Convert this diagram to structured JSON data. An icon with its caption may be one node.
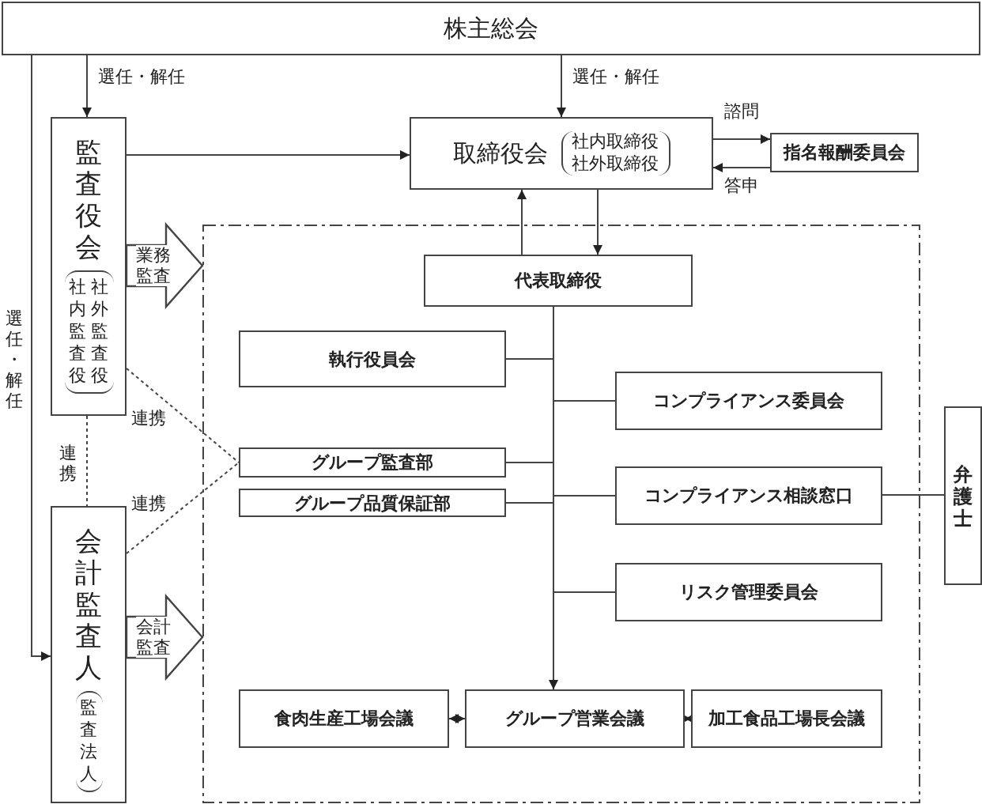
{
  "diagram": {
    "nodes": [
      {
        "text": [
          "株主総会"
        ]
      },
      {
        "text": [
          "監査役会",
          "社内監査役",
          "社外監査役"
        ]
      },
      {
        "text": [
          "取締役会",
          "社内取締役",
          "社外取締役"
        ]
      },
      {
        "text": [
          "指名報酬委員会"
        ]
      },
      {
        "text": [],
        "shape": "box"
      },
      {
        "text": [
          "代表取締役"
        ],
        "in": 4
      },
      {
        "text": [
          "執行役員会"
        ],
        "in": 4
      },
      {
        "text": [
          "コンプライアンス委員会"
        ],
        "in": 4
      },
      {
        "text": [
          "グループ監査部"
        ],
        "in": 4
      },
      {
        "text": [
          "グループ品質保証部"
        ],
        "in": 4
      },
      {
        "text": [
          "コンプライアンス相談窓口"
        ],
        "in": 4
      },
      {
        "text": [
          "リスク管理委員会"
        ],
        "in": 4
      },
      {
        "text": [
          "食肉生産工場会議"
        ],
        "in": 4
      },
      {
        "text": [
          "グループ営業会議"
        ],
        "in": 4
      },
      {
        "text": [
          "加工食品工場長会議"
        ],
        "in": 4
      },
      {
        "text": [
          "会計監査人",
          "監査法人"
        ]
      },
      {
        "text": [
          "弁護士"
        ]
      }
    ],
    "edges": [
      {
        "from": 0,
        "to": 1,
        "arrow": "to",
        "label": "選任・解任"
      },
      {
        "from": 0,
        "to": 2,
        "arrow": "to",
        "label": "選任・解任"
      },
      {
        "from": 0,
        "to": 15,
        "arrow": "to",
        "label": "選任・解任"
      },
      {
        "from": 1,
        "to": 2,
        "arrow": "to"
      },
      {
        "from": 2,
        "to": 3,
        "arrow": "to",
        "label": "諮問"
      },
      {
        "from": 3,
        "to": 2,
        "arrow": "to",
        "label": "答申"
      },
      {
        "from": 1,
        "to": 4,
        "arrow": "to",
        "label": "業務監査",
        "style": "thick"
      },
      {
        "from": 15,
        "to": 4,
        "arrow": "to",
        "label": "会計監査",
        "style": "thick"
      },
      {
        "from": 5,
        "to": 2,
        "arrow": "to"
      },
      {
        "from": 2,
        "to": 5,
        "arrow": "to"
      },
      {
        "from": 5,
        "to": 6,
        "arrow": "none"
      },
      {
        "from": 5,
        "to": 7,
        "arrow": "none"
      },
      {
        "from": 5,
        "to": 8,
        "arrow": "none"
      },
      {
        "from": 5,
        "to": 9,
        "arrow": "none"
      },
      {
        "from": 5,
        "to": 10,
        "arrow": "none"
      },
      {
        "from": 5,
        "to": 11,
        "arrow": "none"
      },
      {
        "from": 5,
        "to": 13,
        "arrow": "to"
      },
      {
        "from": 12,
        "to": 13,
        "arrow": "both"
      },
      {
        "from": 13,
        "to": 14,
        "arrow": "both"
      },
      {
        "from": 10,
        "to": 16,
        "arrow": "none"
      },
      {
        "from": 1,
        "to": 8,
        "arrow": "none",
        "label": "連携",
        "style": "dashed"
      },
      {
        "from": 15,
        "to": 8,
        "arrow": "none",
        "label": "連携",
        "style": "dashed"
      },
      {
        "from": 1,
        "to": 15,
        "arrow": "none",
        "label": "連携",
        "style": "dashed"
      }
    ]
  }
}
